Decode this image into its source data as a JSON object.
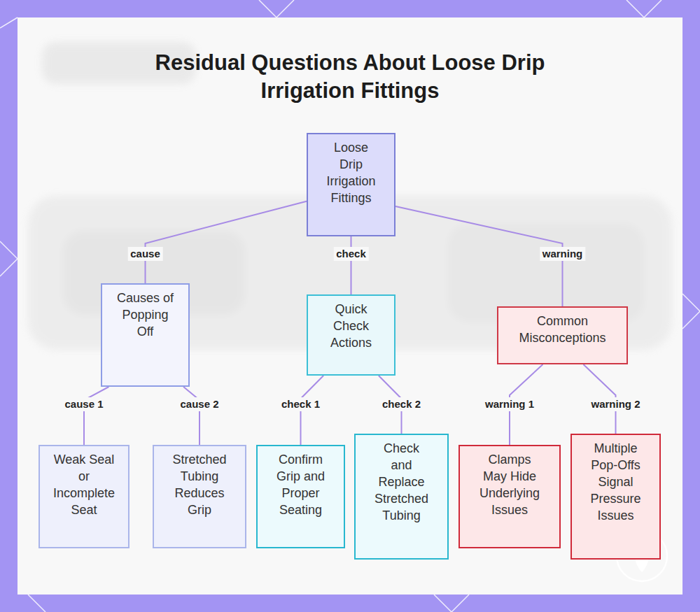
{
  "diagram": {
    "title": "Residual Questions About Loose Drip Irrigation Fittings",
    "nodes": [
      {
        "text": [
          "Loose Drip Irrigation Fittings"
        ]
      },
      {
        "text": [
          "Causes of Popping Off"
        ]
      },
      {
        "text": [
          "Quick Check Actions"
        ]
      },
      {
        "text": [
          "Common Misconceptions"
        ]
      },
      {
        "text": [
          "Weak Seal or Incomplete Seat"
        ]
      },
      {
        "text": [
          "Stretched Tubing Reduces Grip"
        ]
      },
      {
        "text": [
          "Confirm Grip and Proper Seating"
        ]
      },
      {
        "text": [
          "Check and Replace Stretched Tubing"
        ]
      },
      {
        "text": [
          "Clamps May Hide Underlying Issues"
        ]
      },
      {
        "text": [
          "Multiple Pop-Offs Signal Pressure Issues"
        ]
      }
    ],
    "edges": [
      {
        "from": 0,
        "to": 1,
        "arrow": "none",
        "label": "cause"
      },
      {
        "from": 0,
        "to": 2,
        "arrow": "none",
        "label": "check"
      },
      {
        "from": 0,
        "to": 3,
        "arrow": "none",
        "label": "warning"
      },
      {
        "from": 1,
        "to": 4,
        "arrow": "none",
        "label": "cause 1"
      },
      {
        "from": 1,
        "to": 5,
        "arrow": "none",
        "label": "cause 2"
      },
      {
        "from": 2,
        "to": 6,
        "arrow": "none",
        "label": "check 1"
      },
      {
        "from": 2,
        "to": 7,
        "arrow": "none",
        "label": "check 2"
      },
      {
        "from": 3,
        "to": 8,
        "arrow": "none",
        "label": "warning 1"
      },
      {
        "from": 3,
        "to": 9,
        "arrow": "none",
        "label": "warning 2"
      }
    ]
  }
}
